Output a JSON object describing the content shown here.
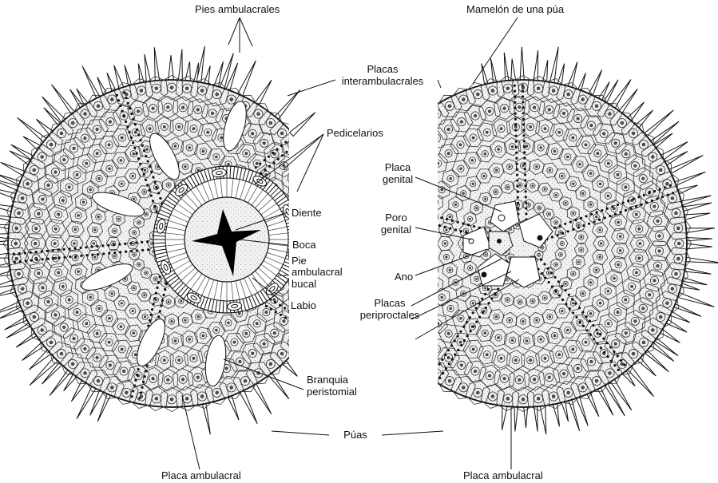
{
  "labels": {
    "pies_ambulacrales": "Pies ambulacrales",
    "mamelon": "Mamelón de una púa",
    "placas_inter_1": "Placas",
    "placas_inter_2": "interambulacrales",
    "pedicelarios": "Pedicelarios",
    "placa_genital_1": "Placa",
    "placa_genital_2": "genital",
    "diente": "Diente",
    "poro_1": "Poro",
    "poro_2": "genital",
    "boca": "Boca",
    "pie_bucal_1": "Pie",
    "pie_bucal_2": "ambulacral",
    "pie_bucal_3": "bucal",
    "ano": "Ano",
    "placas_peri_1": "Placas",
    "placas_peri_2": "periproctales",
    "labio": "Labio",
    "branquia_1": "Branquia",
    "branquia_2": "peristomial",
    "puas": "Púas",
    "placa_amb_left": "Placa ambulacral",
    "placa_amb_right": "Placa ambulacral"
  },
  "colors": {
    "ink": "#111111",
    "body_fill": "#ececec",
    "paper": "#ffffff"
  }
}
